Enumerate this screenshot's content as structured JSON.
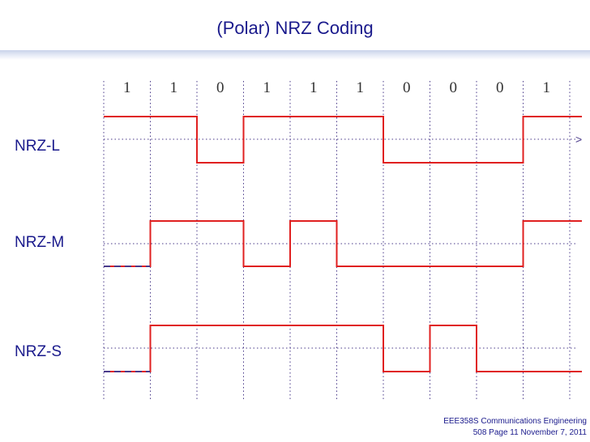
{
  "title": "(Polar) NRZ Coding",
  "bits": [
    "1",
    "1",
    "0",
    "1",
    "1",
    "1",
    "0",
    "0",
    "0",
    "1"
  ],
  "signals": [
    {
      "label": "NRZ-L",
      "levels": [
        "H",
        "H",
        "L",
        "H",
        "H",
        "H",
        "L",
        "L",
        "L",
        "H"
      ],
      "dashed_prefix": false
    },
    {
      "label": "NRZ-M",
      "levels": [
        "L",
        "H",
        "H",
        "L",
        "H",
        "L",
        "L",
        "L",
        "L",
        "H"
      ],
      "dashed_prefix": true
    },
    {
      "label": "NRZ-S",
      "levels": [
        "L",
        "H",
        "H",
        "H",
        "H",
        "H",
        "L",
        "H",
        "L",
        "L"
      ],
      "dashed_prefix": true
    }
  ],
  "arrow_glyph": ">",
  "colors": {
    "signal": "#e02020",
    "grid": "#4a3a8a",
    "text": "#1a1a8c",
    "bits": "#333333"
  },
  "footer": {
    "line1": "EEE358S Communications Engineering",
    "line2": "508 Page 11 November 7, 2011"
  }
}
